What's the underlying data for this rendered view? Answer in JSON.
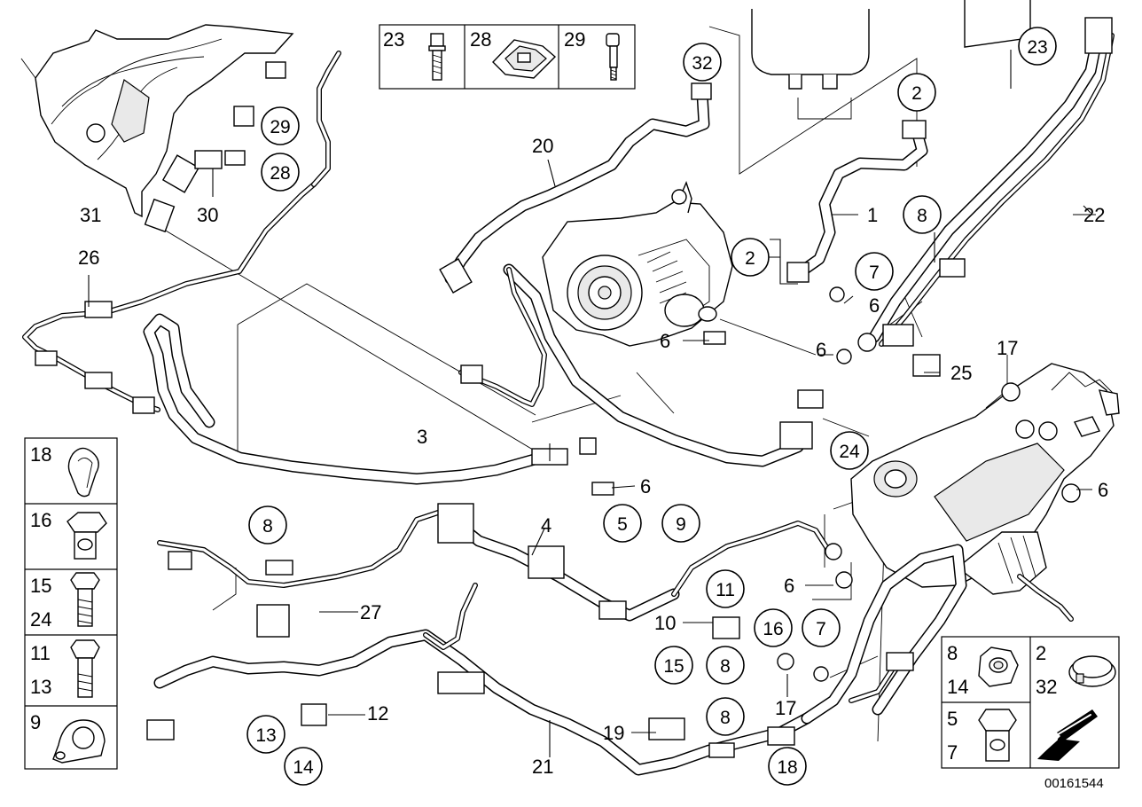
{
  "diagram_ref": "00161544",
  "top_legend": {
    "cells": [
      {
        "label": "23",
        "icon": "bolt-icon"
      },
      {
        "label": "28",
        "icon": "clip-nut-icon"
      },
      {
        "label": "29",
        "icon": "screw-icon"
      }
    ]
  },
  "left_legend": {
    "cells": [
      {
        "labels": [
          "18"
        ],
        "icon": "hose-clip-icon"
      },
      {
        "labels": [
          "16"
        ],
        "icon": "banjo-bolt-icon"
      },
      {
        "labels": [
          "15",
          "24"
        ],
        "icon": "hex-bolt-icon"
      },
      {
        "labels": [
          "11",
          "13"
        ],
        "icon": "hex-bolt-long-icon"
      },
      {
        "labels": [
          "9"
        ],
        "icon": "pipe-clamp-icon"
      }
    ]
  },
  "bottom_right_legend": {
    "cells": [
      {
        "labels": [
          "8",
          "14"
        ],
        "icon": "hex-nut-icon"
      },
      {
        "labels": [
          "2",
          "32"
        ],
        "icon": "hose-clamp-ring-icon"
      },
      {
        "labels": [
          "5",
          "7"
        ],
        "icon": "banjo-screw-icon"
      },
      {
        "labels": [],
        "icon": "direction-arrow-icon"
      }
    ]
  },
  "callouts": {
    "c1": "1",
    "c2a": "2",
    "c2b": "2",
    "c3": "3",
    "c4": "4",
    "c5": "5",
    "c6a": "6",
    "c6b": "6",
    "c6c": "6",
    "c6d": "6",
    "c6e": "6",
    "c6f": "6",
    "c7a": "7",
    "c7b": "7",
    "c8a": "8",
    "c8b": "8",
    "c8c": "8",
    "c8d": "8",
    "c9": "9",
    "c10": "10",
    "c11": "11",
    "c12": "12",
    "c13": "13",
    "c14": "14",
    "c15": "15",
    "c16": "16",
    "c17a": "17",
    "c17b": "17",
    "c18": "18",
    "c19": "19",
    "c20": "20",
    "c21": "21",
    "c22": "22",
    "c23": "23",
    "c24": "24",
    "c25": "25",
    "c26": "26",
    "c27": "27",
    "c28": "28",
    "c29": "29",
    "c30": "30",
    "c31": "31",
    "c32": "32"
  }
}
